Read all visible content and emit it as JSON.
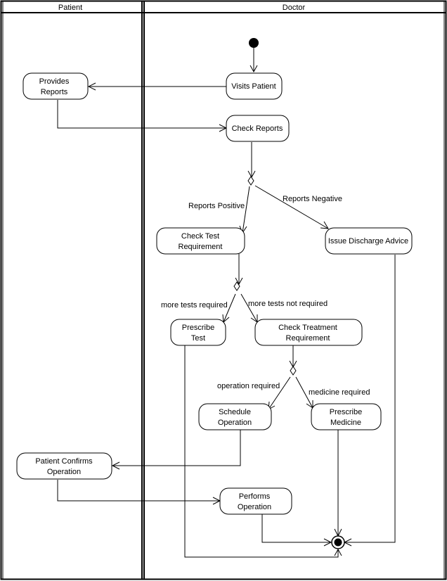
{
  "lanes": {
    "patient": "Patient",
    "doctor": "Doctor"
  },
  "nodes": {
    "provides_reports": [
      "Provides",
      "Reports"
    ],
    "visits_patient": [
      "Visits Patient"
    ],
    "check_reports": [
      "Check Reports"
    ],
    "check_test_requirement": [
      "Check Test",
      "Requirement"
    ],
    "issue_discharge_advice": [
      "Issue Discharge Advice"
    ],
    "prescribe_test": [
      "Prescribe",
      "Test"
    ],
    "check_treatment_requirement": [
      "Check Treatment",
      "Requirement"
    ],
    "schedule_operation": [
      "Schedule",
      "Operation"
    ],
    "prescribe_medicine": [
      "Prescribe",
      "Medicine"
    ],
    "patient_confirms_operation": [
      "Patient Confirms",
      "Operation"
    ],
    "performs_operation": [
      "Performs",
      "Operation"
    ]
  },
  "edge_labels": {
    "reports_positive": "Reports Positive",
    "reports_negative": "Reports Negative",
    "more_tests_required": "more tests required",
    "more_tests_not_required": "more tests not required",
    "operation_required": "operation required",
    "medicine_required": "medicine required"
  }
}
